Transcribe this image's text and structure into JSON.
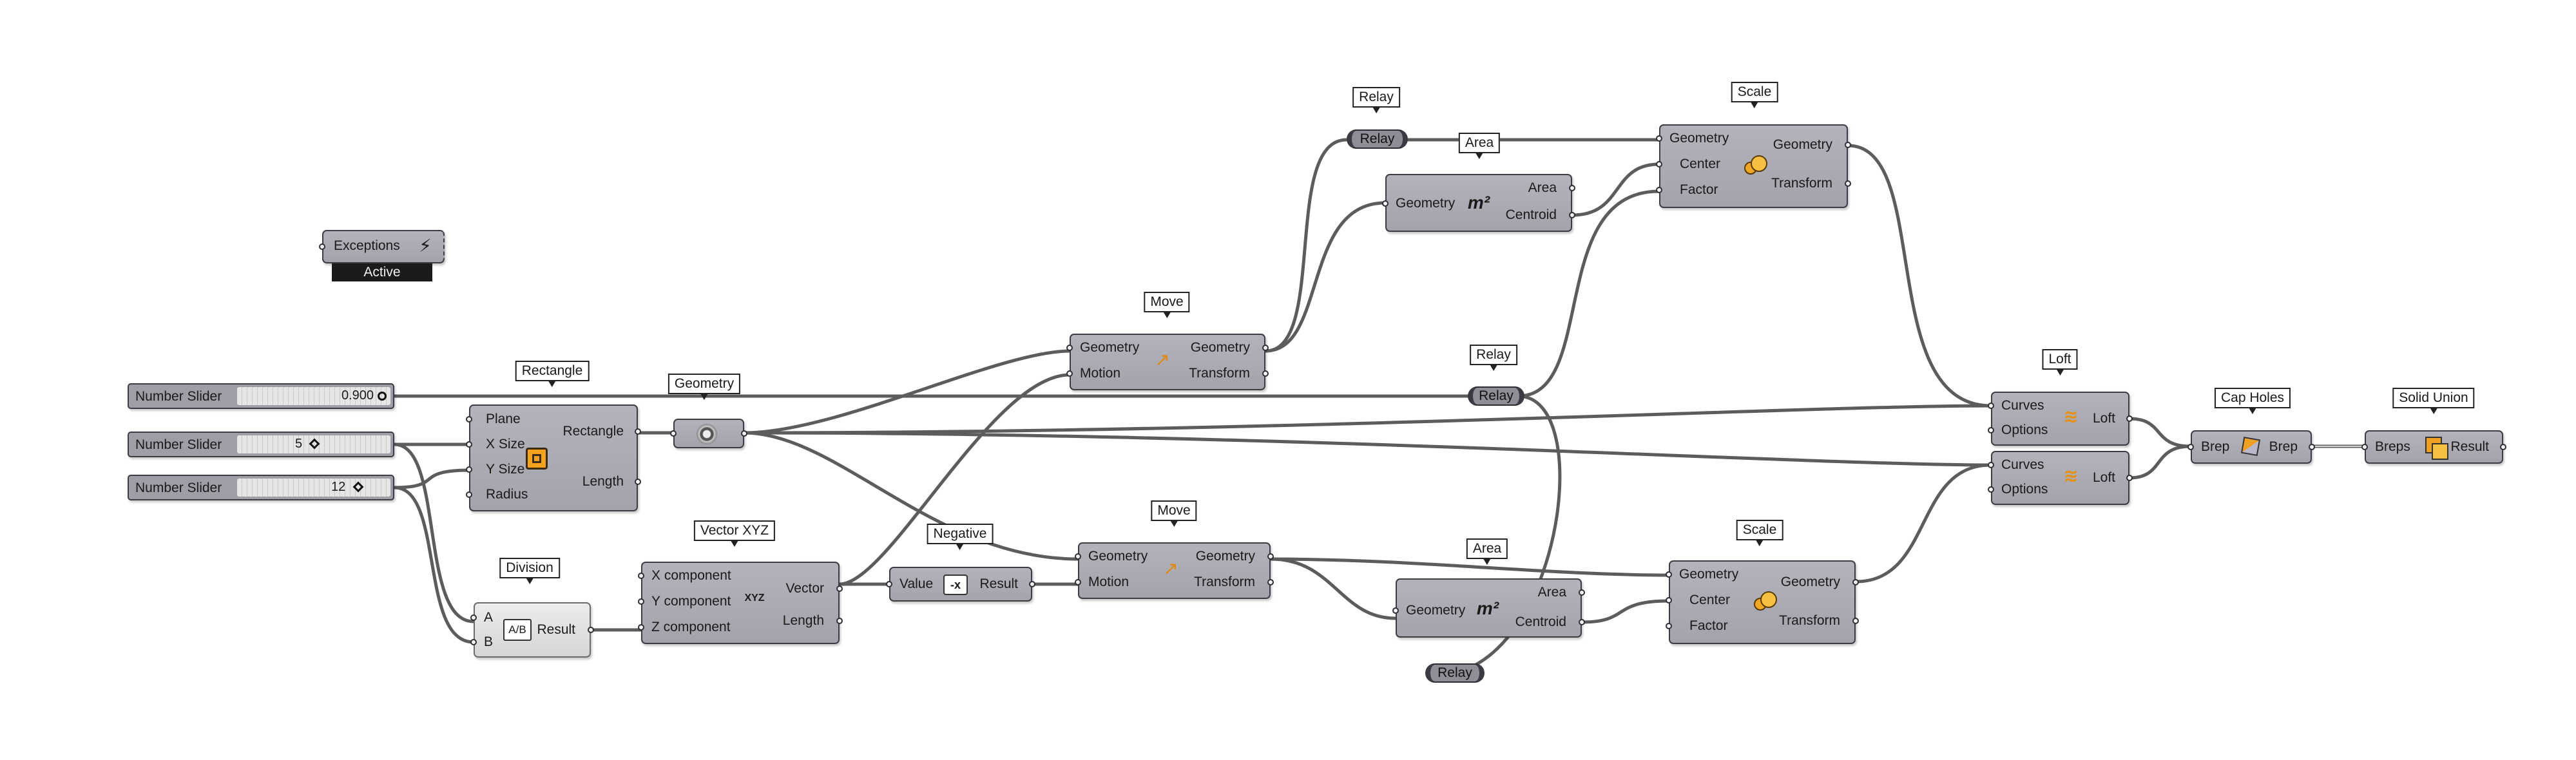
{
  "sliders": [
    {
      "name": "Number Slider",
      "value": "0.900"
    },
    {
      "name": "Number Slider",
      "value": "5"
    },
    {
      "name": "Number Slider",
      "value": "12"
    }
  ],
  "exceptions": {
    "label": "Exceptions",
    "status": "Active",
    "icon": "exceptions-icon"
  },
  "tags": {
    "rectangle": "Rectangle",
    "geometry": "Geometry",
    "division": "Division",
    "vector_xyz": "Vector XYZ",
    "negative": "Negative",
    "move_top": "Move",
    "move_bottom": "Move",
    "relay_top": "Relay",
    "area_top": "Area",
    "scale_top": "Scale",
    "relay_mid": "Relay",
    "area_bottom": "Area",
    "scale_bottom": "Scale",
    "loft": "Loft",
    "cap_holes": "Cap Holes",
    "solid_union": "Solid Union"
  },
  "rectangle": {
    "inputs": [
      "Plane",
      "X Size",
      "Y Size",
      "Radius"
    ],
    "outputs": [
      "Rectangle",
      "Length"
    ],
    "icon": "rectangle-icon"
  },
  "division": {
    "inputs": [
      "A",
      "B"
    ],
    "outputs": [
      "Result"
    ],
    "icon": "division-icon",
    "glyph": "A/B"
  },
  "vector_xyz": {
    "inputs": [
      "X component",
      "Y component",
      "Z component"
    ],
    "outputs": [
      "Vector",
      "Length"
    ],
    "icon": "vector-xyz-icon",
    "glyph": "XYZ"
  },
  "negative": {
    "inputs": [
      "Value"
    ],
    "outputs": [
      "Result"
    ],
    "icon": "negative-icon",
    "glyph": "-x"
  },
  "move_top": {
    "inputs": [
      "Geometry",
      "Motion"
    ],
    "outputs": [
      "Geometry",
      "Transform"
    ],
    "icon": "move-icon"
  },
  "move_bottom": {
    "inputs": [
      "Geometry",
      "Motion"
    ],
    "outputs": [
      "Geometry",
      "Transform"
    ],
    "icon": "move-icon"
  },
  "area_top": {
    "inputs": [
      "Geometry"
    ],
    "outputs": [
      "Area",
      "Centroid"
    ],
    "icon": "area-icon",
    "glyph": "m²"
  },
  "area_bottom": {
    "inputs": [
      "Geometry"
    ],
    "outputs": [
      "Area",
      "Centroid"
    ],
    "icon": "area-icon",
    "glyph": "m²"
  },
  "scale_top": {
    "inputs": [
      "Geometry",
      "Center",
      "Factor"
    ],
    "outputs": [
      "Geometry",
      "Transform"
    ],
    "icon": "scale-icon"
  },
  "scale_bottom": {
    "inputs": [
      "Geometry",
      "Center",
      "Factor"
    ],
    "outputs": [
      "Geometry",
      "Transform"
    ],
    "icon": "scale-icon"
  },
  "loft_top": {
    "inputs": [
      "Curves",
      "Options"
    ],
    "outputs": [
      "Loft"
    ],
    "icon": "loft-icon"
  },
  "loft_bottom": {
    "inputs": [
      "Curves",
      "Options"
    ],
    "outputs": [
      "Loft"
    ],
    "icon": "loft-icon"
  },
  "cap_holes": {
    "inputs": [
      "Brep"
    ],
    "outputs": [
      "Brep"
    ],
    "icon": "cap-holes-icon"
  },
  "solid_union": {
    "inputs": [
      "Breps"
    ],
    "outputs": [
      "Result"
    ],
    "icon": "solid-union-icon"
  },
  "relays": {
    "top": "Relay",
    "mid": "Relay",
    "bottom": "Relay"
  },
  "colors": {
    "canvas": "#ffffff",
    "component": "#a8a8b0",
    "wire": "#5a5a5a",
    "relay": "#8e8e96"
  }
}
